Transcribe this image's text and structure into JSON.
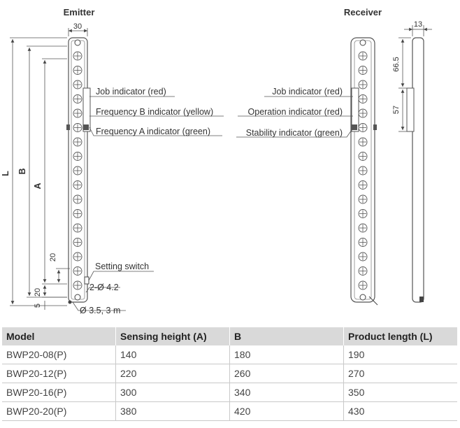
{
  "emitter": {
    "title": "Emitter",
    "dims": {
      "width": "30",
      "L": "L",
      "B": "B",
      "A": "A",
      "d20a": "20",
      "d20b": "20",
      "d5": "5"
    },
    "labels": {
      "job_indicator": "Job indicator (red)",
      "frequency_b": "Frequency B indicator (yellow)",
      "frequency_a": "Frequency A indicator (green)",
      "setting_switch": "Setting switch",
      "hole": "2-Ø 4.2",
      "cable": "Ø 3.5, 3 m"
    }
  },
  "receiver": {
    "title": "Receiver",
    "labels": {
      "job_indicator": "Job indicator (red)",
      "operation": "Operation indicator (red)",
      "stability": "Stability indicator (green)"
    }
  },
  "side_view": {
    "dims": {
      "depth": "13",
      "top_offset": "66.5",
      "indicator_len": "57"
    }
  },
  "table": {
    "headers": [
      "Model",
      "Sensing height (A)",
      "B",
      "Product length (L)"
    ],
    "rows": [
      [
        "BWP20-08(P)",
        "140",
        "180",
        "190"
      ],
      [
        "BWP20-12(P)",
        "220",
        "260",
        "270"
      ],
      [
        "BWP20-16(P)",
        "300",
        "340",
        "350"
      ],
      [
        "BWP20-20(P)",
        "380",
        "420",
        "430"
      ]
    ]
  }
}
